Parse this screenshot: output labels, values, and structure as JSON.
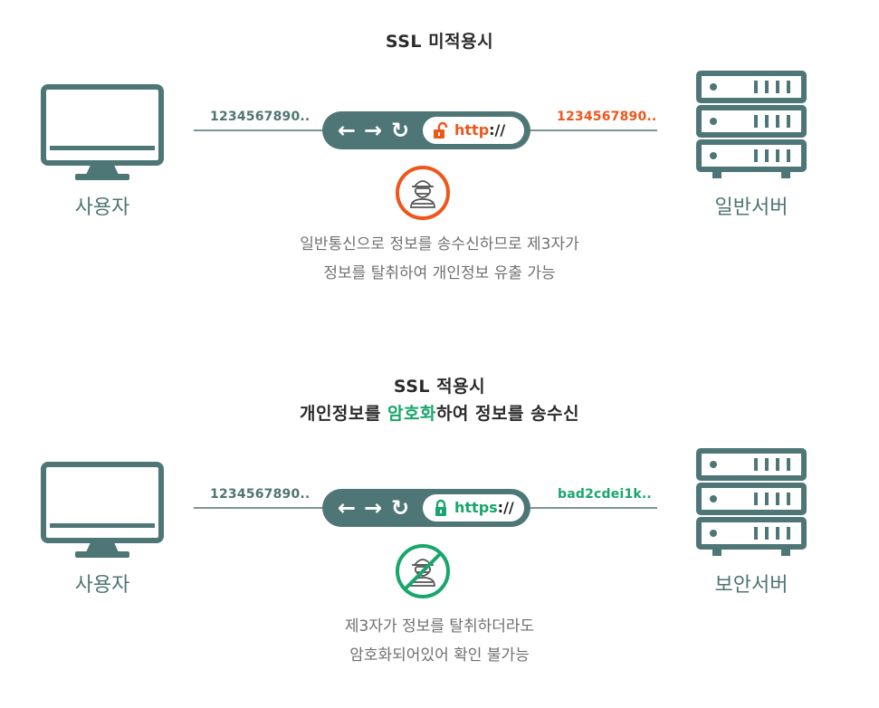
{
  "colors": {
    "icon_teal": "#4e7676",
    "danger_orange": "#f0561a",
    "secure_green": "#18a66c",
    "data_teal": "#4f7574"
  },
  "section1": {
    "title": "SSL 미적용시",
    "client_label": "사용자",
    "server_label": "일반서버",
    "client_data": "1234567890..",
    "server_data": "1234567890..",
    "url_scheme": "http",
    "url_suffix": "://",
    "lock_icon": "unlocked-padlock-icon",
    "hacker_icon": "hacker-icon",
    "desc_line1": "일반통신으로 정보를 송수신하므로 제3자가",
    "desc_line2": "정보를 탈취하여 개인정보 유출 가능"
  },
  "section2": {
    "title_line1": "SSL 적용시",
    "title_line2_pre": "개인정보를 ",
    "title_line2_highlight": "암호화",
    "title_line2_post": "하여 정보를 송수신",
    "client_label": "사용자",
    "server_label": "보안서버",
    "client_data": "1234567890..",
    "server_data": "bad2cdei1k..",
    "url_scheme": "https",
    "url_suffix": "://",
    "lock_icon": "locked-padlock-icon",
    "hacker_icon": "blocked-hacker-icon",
    "desc_line1": "제3자가 정보를 탈취하더라도",
    "desc_line2": "암호화되어있어 확인 불가능"
  }
}
